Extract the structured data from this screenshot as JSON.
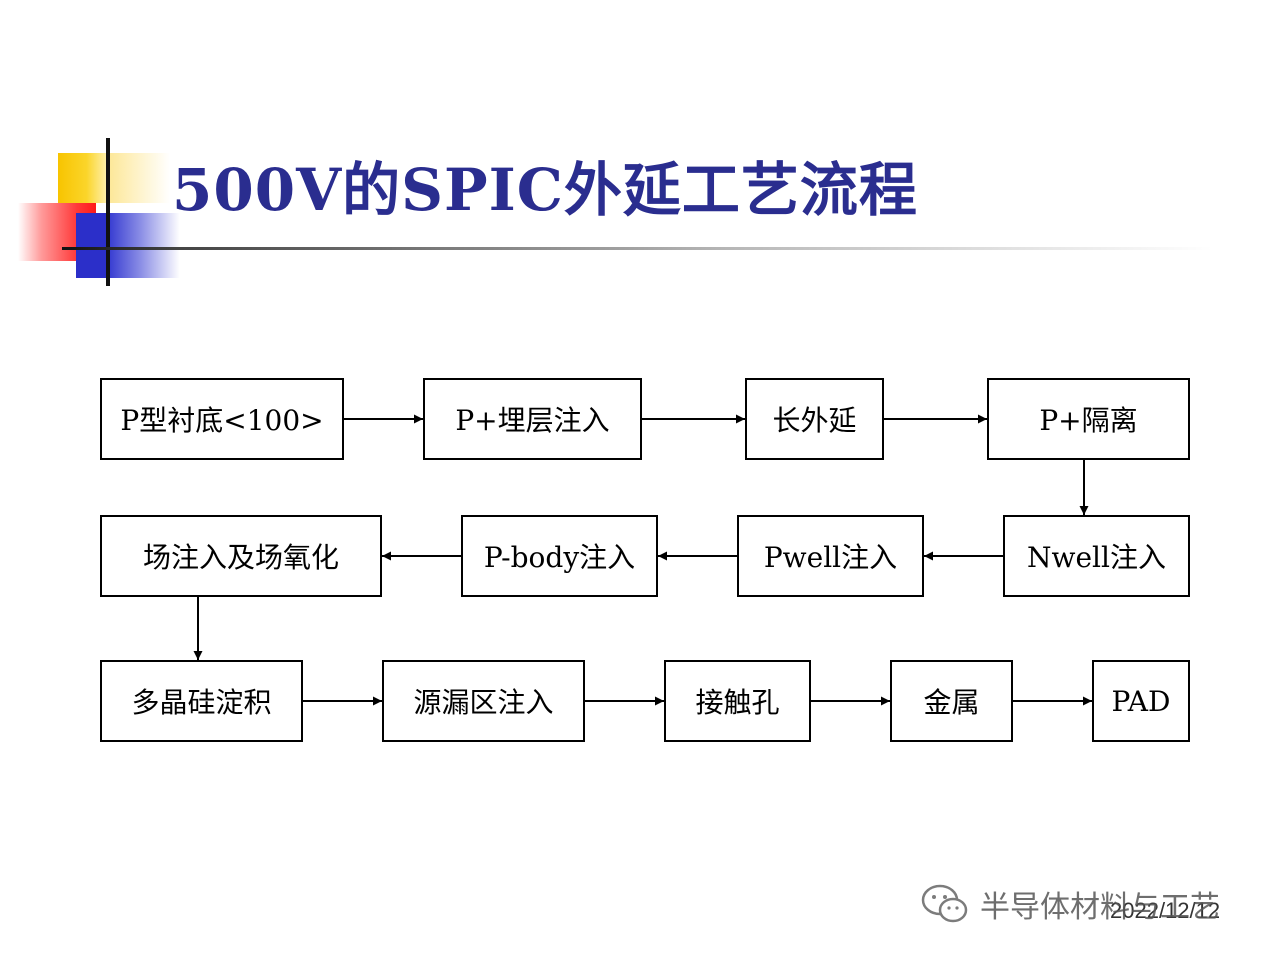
{
  "title": "500V的SPIC外延工艺流程",
  "boxes": [
    {
      "label": "P型衬底<100>"
    },
    {
      "label": "P+埋层注入"
    },
    {
      "label": "长外延"
    },
    {
      "label": "P+隔离"
    },
    {
      "label": "Nwell注入"
    },
    {
      "label": "Pwell注入"
    },
    {
      "label": "P-body注入"
    },
    {
      "label": "场注入及场氧化"
    },
    {
      "label": "多晶硅淀积"
    },
    {
      "label": "源漏区注入"
    },
    {
      "label": "接触孔"
    },
    {
      "label": "金属"
    },
    {
      "label": "PAD"
    }
  ],
  "footer": {
    "watermark": "半导体材料与工艺",
    "watermark_icon": "wechat-icon",
    "date": "2022/12/12"
  },
  "colors": {
    "title": "#2a2d8f",
    "accent_yellow": "#f8c400",
    "accent_red": "#ff1a1a",
    "accent_blue": "#2b2fc9"
  }
}
